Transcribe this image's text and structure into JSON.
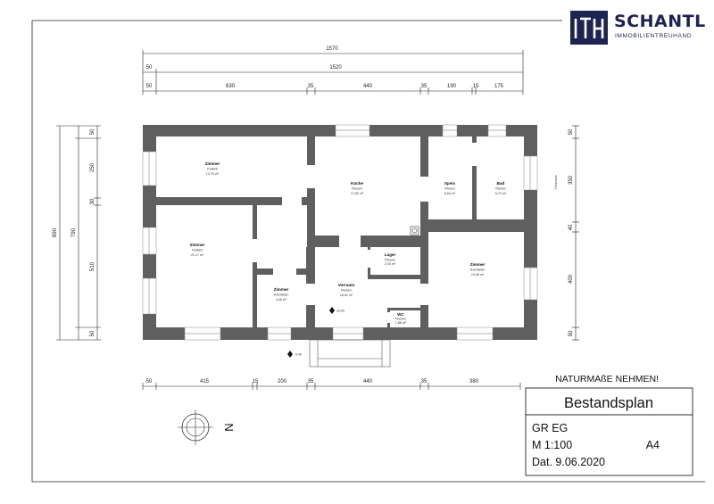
{
  "logo": {
    "name": "SCHANTL",
    "tagline": "IMMOBILIENTREUHAND",
    "mark": "ITH"
  },
  "notice": "NATURMAßE NEHMEN!",
  "title_block": {
    "heading": "Bestandsplan",
    "floor": "GR EG",
    "scale": "M 1:100",
    "paper": "A4",
    "date": "Dat. 9.06.2020"
  },
  "compass": {
    "label": "N"
  },
  "dimensions": {
    "top_total": "1570",
    "top_row2": [
      "50",
      "1520"
    ],
    "top_row3": [
      "50",
      "630",
      "35",
      "440",
      "35",
      "190",
      "15",
      "175"
    ],
    "bottom": [
      "50",
      "415",
      "15",
      "200",
      "35",
      "440",
      "35",
      "380"
    ],
    "left_total": "890",
    "left_mid": "790",
    "left_detail": [
      "50",
      "250",
      "30",
      "510",
      "50"
    ],
    "right": [
      "50",
      "350",
      "40",
      "400",
      "50"
    ]
  },
  "rooms": [
    {
      "name": "Zimmer",
      "floor": "Parkett",
      "area": "13,75 m²"
    },
    {
      "name": "Küche",
      "floor": "Fliesen",
      "area": "17,82 m²"
    },
    {
      "name": "Speis",
      "floor": "Fliesen",
      "area": "6,63 m²"
    },
    {
      "name": "Bad",
      "floor": "Fliesen",
      "area": "6,73 m²"
    },
    {
      "name": "Zimmer",
      "floor": "Parkett",
      "area": "21,17 m²"
    },
    {
      "name": "Lager",
      "floor": "Fliesen",
      "area": "2,03 m²"
    },
    {
      "name": "Zimmer",
      "floor": "Holzdielen",
      "area": "15,35 m²"
    },
    {
      "name": "Zimmer",
      "floor": "Holzdielen",
      "area": "4,48 m²"
    },
    {
      "name": "Vorraum",
      "floor": "Fliesen",
      "area": "16,52 m²"
    },
    {
      "name": "WC",
      "floor": "Fliesen",
      "area": "1,88 m²"
    }
  ],
  "outside_label": "Heizraum",
  "levels": [
    "±0,00",
    "-0,40"
  ],
  "colors": {
    "wall": "#5f5f5f",
    "brand": "#1e2452",
    "line": "#222222"
  }
}
